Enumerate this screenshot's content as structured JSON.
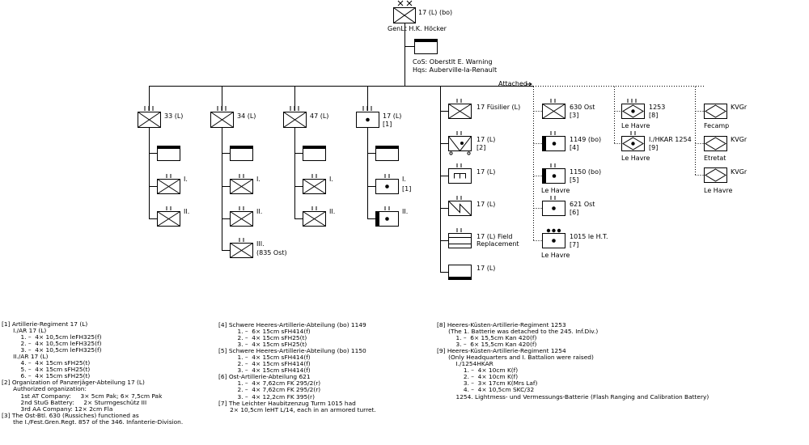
{
  "hq": {
    "designation": "17 (L) (bo)",
    "commander": "GenLt  H.K. Höcker",
    "cos": "CoS:  Oberstlt  E. Warning",
    "hqs": "Hqs:  Auberville-la-Renault"
  },
  "attached_label": "Attached",
  "regiments": [
    {
      "label": "33 (L)",
      "bn1": "I.",
      "bn2": "II."
    },
    {
      "label": "34 (L)",
      "bn1": "I.",
      "bn2": "II.",
      "bn3": "III.",
      "bn3_note": "(835 Ost)"
    },
    {
      "label": "47 (L)",
      "bn1": "I.",
      "bn2": "II."
    },
    {
      "label": "17 (L)",
      "label_note": "[1]",
      "bn1": "I.",
      "bn1_note": "[1]",
      "bn2": "II."
    }
  ],
  "divisional_units": [
    {
      "label": "17 Füsilier (L)"
    },
    {
      "label": "17 (L)",
      "note": "[2]"
    },
    {
      "label": "17 (L)"
    },
    {
      "label": "17 (L)"
    },
    {
      "label": "17 (L) Field",
      "label2": "Replacement"
    },
    {
      "label": "17 (L)"
    }
  ],
  "attached_units": [
    {
      "label": "630 Ost",
      "note": "[3]"
    },
    {
      "label": "1149 (bo)",
      "note": "[4]"
    },
    {
      "label": "1150 (bo)",
      "note": "[5]",
      "location": "Le Havre"
    },
    {
      "label": "621 Ost",
      "note": "[6]"
    },
    {
      "label": "1015 le H.T.",
      "note": "[7]",
      "location": "Le Havre"
    }
  ],
  "coastal_units": [
    {
      "label": "1253",
      "note": "[8]",
      "location": "Le Havre"
    },
    {
      "label": "I./HKAR 1254",
      "note": "[9]",
      "location": "Le Havre"
    }
  ],
  "kvgr_units": [
    {
      "label": "KVGr",
      "location": "Fecamp"
    },
    {
      "label": "KVGr",
      "location": "Etretat"
    },
    {
      "label": "KVGr",
      "location": "Le Havre"
    }
  ],
  "notes": {
    "col1": "[1] Artillerie-Regiment 17 (L)\n      I./AR 17 (L)\n          1. –  4× 10,5cm leFH325(f)\n          2. –  4× 10,5cm leFH325(f)\n          3. –  4× 10,5cm leFH325(f)\n      II./AR 17 (L)\n          4. –  4× 15cm sFH25(t)\n          5. –  4× 15cm sFH25(t)\n          6. –  4× 15cm sFH25(t)\n[2] Organization of Panzerjäger-Abteilung 17 (L)\n      Authorized organization:\n          1st AT Company:     3× 5cm Pak; 6× 7,5cm Pak\n          2nd StuG Battery:     2× Sturmgeschütz III\n          3rd AA Company: 12× 2cm Fla\n[3] The Ost-Btl. 630 (Russiches) functioned as\n      the I./Fest.Gren.Regt. 857 of the 346. Infanterie-Division.",
    "col2": "[4] Schwere Heeres-Artillerie-Abteilung (bo) 1149\n          1. –  6× 15cm sFH414(f)\n          2. –  4× 15cm sFH25(t)\n          3. –  4× 15cm sFH25(t)\n[5] Schwere Heeres-Artillerie-Abteilung (bo) 1150\n          1. –  4× 15cm sFH414(f)\n          2. –  4× 15cm sFH414(f)\n          3. –  4× 15cm sFH414(f)\n[6] Ost-Artillerie-Abteilung 621\n          1. –  4× 7,62cm FK 295/2(r)\n          2. –  4× 7,62cm FK 295/2(r)\n          3. –  4× 12,2cm FK 395(r)\n[7] The Leichter Haubitzenzug Turm 1015 had\n      2× 10,5cm leHT L/14, each in an armored turret.",
    "col3": "[8] Heeres-Küsten-Artillerie-Regiment 1253\n      (The 1. Batterie was detached to the 245. Inf.Div.)\n          1. –  6× 15,5cm Kan 420(f)\n          3. –  6× 15,5cm Kan 420(f)\n[9] Heeres-Küsten-Artillerie-Regiment 1254\n      (Only Headquarters and I. Battalion were raised)\n          I./1254HKAR\n              1. –  4× 10cm K(f)\n              2. –  4× 10cm K(f)\n              3. –  3× 17cm K(Mrs Laf)\n              4. –  4× 10,5cm SKC/32\n          1254. Lightmess- und Vermessungs-Batterie (Flash Ranging and Calibration Battery)"
  }
}
